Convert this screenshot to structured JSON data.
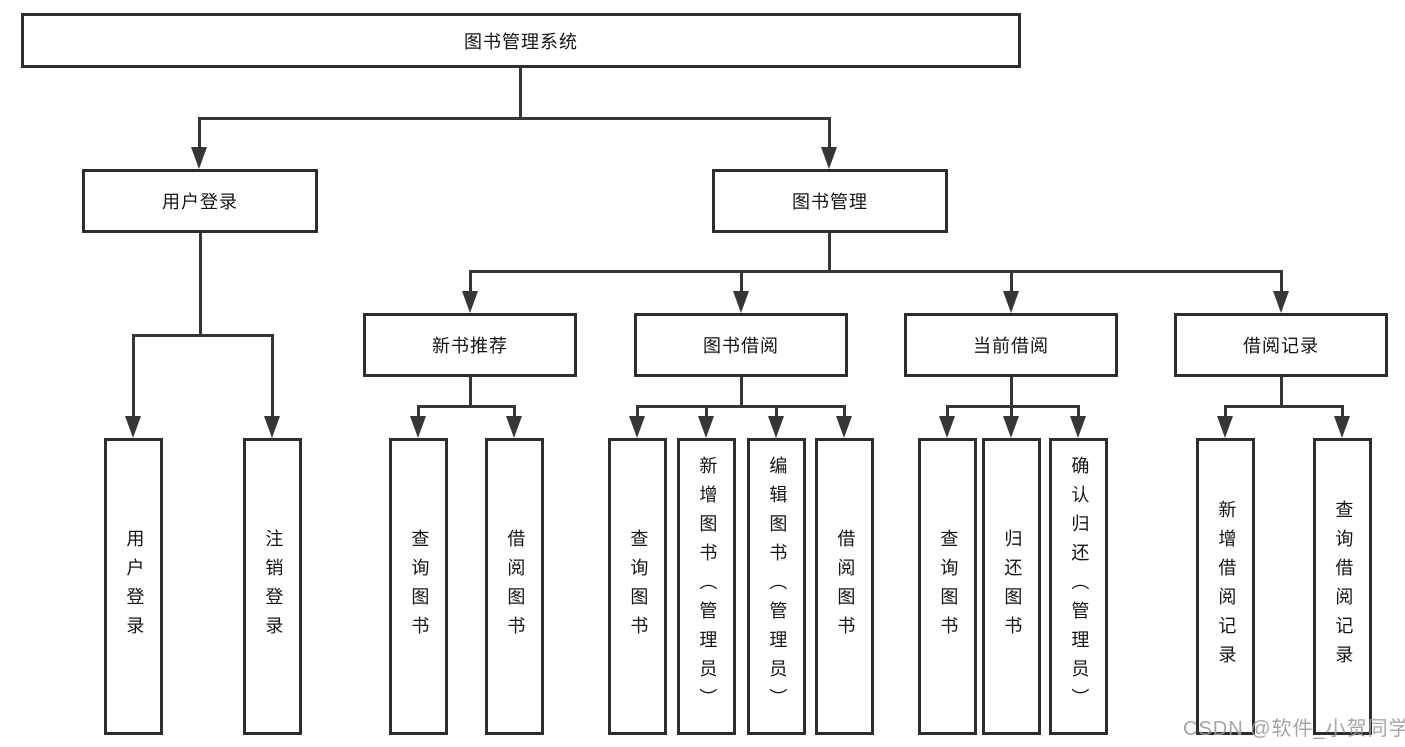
{
  "diagram": {
    "root": {
      "label": "图书管理系统"
    },
    "level2": [
      "用户登录",
      "图书管理"
    ],
    "level3": [
      "新书推荐",
      "图书借阅",
      "当前借阅",
      "借阅记录"
    ],
    "leaves": {
      "user_login": [
        "用户登录",
        "注销登录"
      ],
      "new_book_recommend": [
        "查询图书",
        "借阅图书"
      ],
      "book_borrowing": [
        "查询图书",
        "新增图书（管理员）",
        "编辑图书（管理员）",
        "借阅图书"
      ],
      "current_borrowing": [
        "查询图书",
        "归还图书",
        "确认归还（管理员）"
      ],
      "borrowing_records": [
        "新增借阅记录",
        "查询借阅记录"
      ]
    },
    "colors": {
      "line": "#363636",
      "box_border": "#2d2d2d",
      "text": "#141414",
      "background": "#ffffff",
      "watermark_text_color": "#9e9e9e"
    }
  },
  "watermark": {
    "text": "CSDN @软件_小贺同学"
  }
}
